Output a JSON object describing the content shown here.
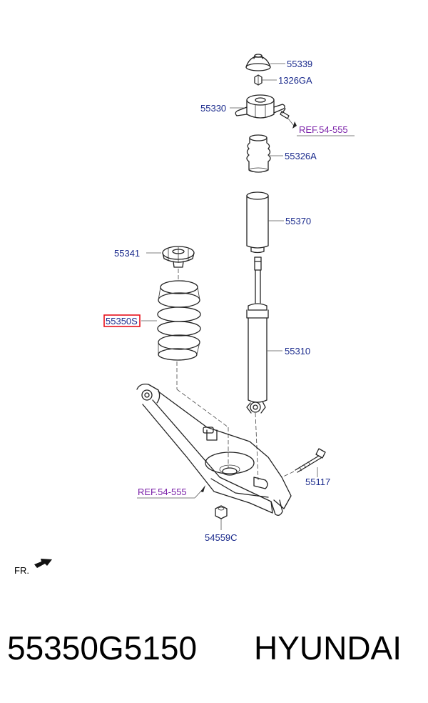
{
  "parts": {
    "p55339": "55339",
    "p1326ga": "1326GA",
    "p55330": "55330",
    "ref_top": "REF.54-555",
    "p55326a": "55326A",
    "p55370": "55370",
    "p55341": "55341",
    "p55350s": "55350S",
    "p55310": "55310",
    "p55117": "55117",
    "ref_bottom": "REF.54-555",
    "p54559c": "54559C"
  },
  "direction_label": "FR.",
  "highlight_color": "#e8101c",
  "footer": {
    "part_number": "55350G5150",
    "brand": "HYUNDAI"
  }
}
